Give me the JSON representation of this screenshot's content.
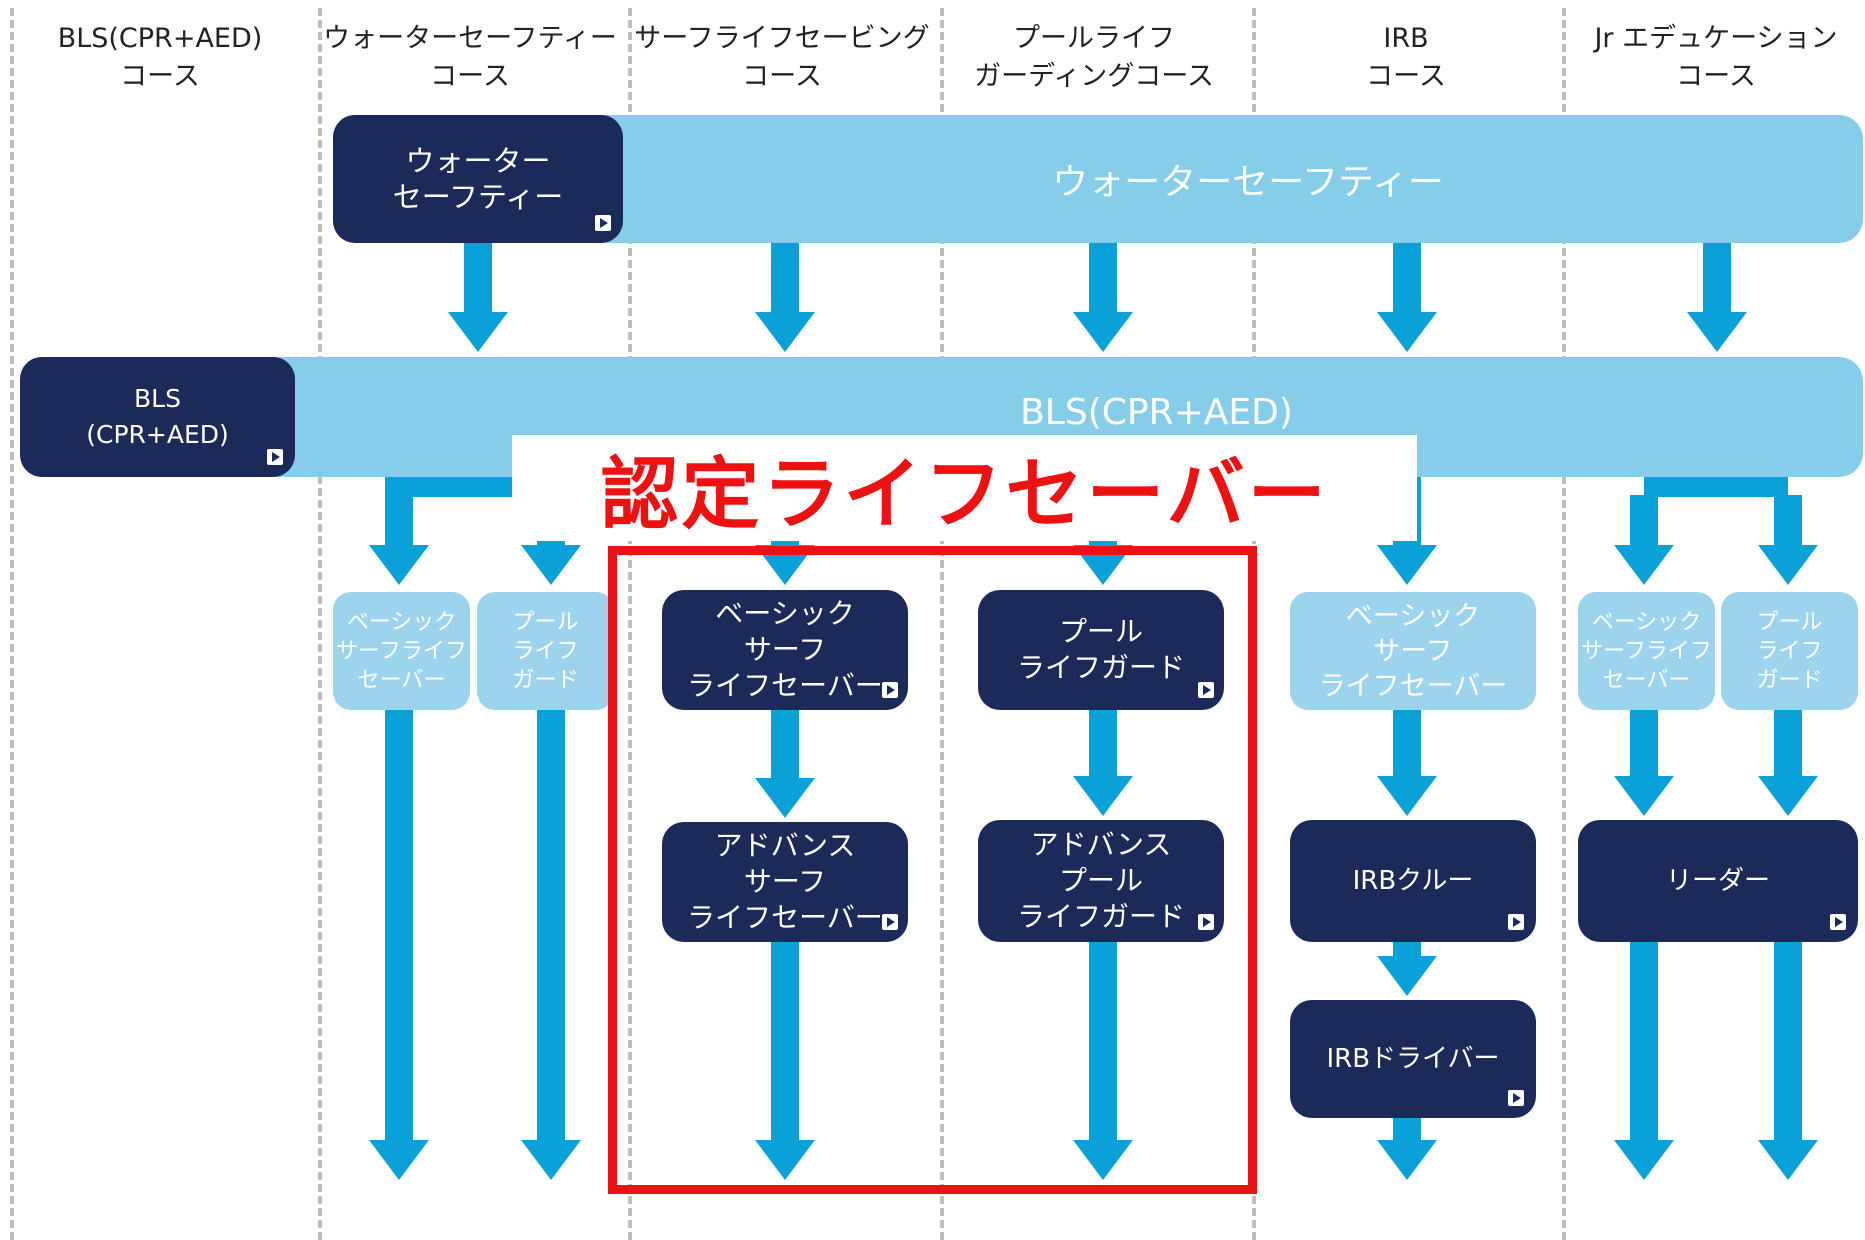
{
  "columns": [
    {
      "header": "BLS(CPR+AED)\nコース"
    },
    {
      "header": "ウォーターセーフティー\nコース"
    },
    {
      "header": "サーフライフセービング\nコース"
    },
    {
      "header": "プールライフ\nガーディングコース"
    },
    {
      "header": "IRB\nコース"
    },
    {
      "header": "Jr エデュケーション\nコース"
    }
  ],
  "bands": {
    "water_safety": {
      "box": "ウォーター\nセーフティー",
      "band": "ウォーターセーフティー"
    },
    "bls": {
      "box": "BLS\n(CPR+AED)",
      "band": "BLS(CPR+AED)"
    }
  },
  "level1": {
    "ws_basic_surf": "ベーシック\nサーフライフ\nセーバー",
    "ws_pool_guard": "プール\nライフ\nガード",
    "surf_basic": "ベーシック\nサーフ\nライフセーバー",
    "pool_guard": "プール\nライフガード",
    "irb_basic_surf": "ベーシック\nサーフ\nライフセーバー",
    "jr_basic_surf": "ベーシック\nサーフライフ\nセーバー",
    "jr_pool_guard": "プール\nライフ\nガード"
  },
  "level2": {
    "surf_advanced": "アドバンス\nサーフ\nライフセーバー",
    "pool_advanced": "アドバンス\nプール\nライフガード",
    "irb_crew": "IRBクルー",
    "jr_leader": "リーダー"
  },
  "level3": {
    "irb_driver": "IRBドライバー"
  },
  "highlight": {
    "label": "認定ライフセーバー"
  },
  "colors": {
    "navy": "#1c2a59",
    "band_light": "#86cdea",
    "box_light": "#9cd4ee",
    "arrow": "#0aa0d8",
    "highlight_red": "#ee1111",
    "divider": "#bdbdbd"
  }
}
